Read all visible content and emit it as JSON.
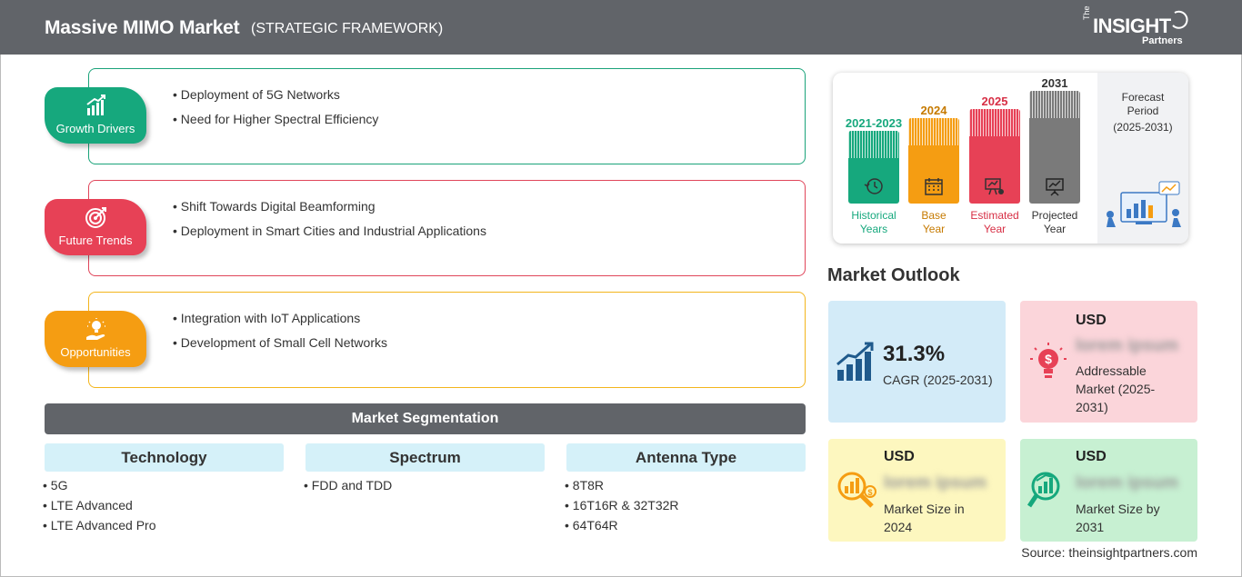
{
  "header": {
    "title": "Massive MIMO Market",
    "subtitle": "(STRATEGIC FRAMEWORK)",
    "logo_the": "The",
    "logo_insight": "INSIGHT",
    "logo_partners": "Partners"
  },
  "framework": {
    "growth_drivers": {
      "label": "Growth Drivers",
      "color": "#16a87d",
      "items": [
        "Deployment of 5G Networks",
        "Need for Higher Spectral Efficiency"
      ]
    },
    "future_trends": {
      "label": "Future Trends",
      "color": "#e74156",
      "items": [
        "Shift Towards Digital Beamforming",
        "Deployment in Smart Cities and Industrial Applications"
      ]
    },
    "opportunities": {
      "label": "Opportunities",
      "color": "#f59d12",
      "items": [
        "Integration with IoT Applications",
        "Development of Small Cell Networks"
      ]
    }
  },
  "segmentation": {
    "title": "Market Segmentation",
    "columns": [
      {
        "heading": "Technology",
        "items": [
          "5G",
          "LTE Advanced",
          "LTE Advanced Pro"
        ]
      },
      {
        "heading": "Spectrum",
        "items": [
          "FDD and TDD"
        ]
      },
      {
        "heading": "Antenna Type",
        "items": [
          "8T8R",
          "16T16R & 32T32R",
          "64T64R"
        ]
      }
    ]
  },
  "timeline": {
    "periods": [
      {
        "year": "2021-2023",
        "caption_line1": "Historical",
        "caption_line2": "Years",
        "color": "#16a87d"
      },
      {
        "year": "2024",
        "caption_line1": "Base",
        "caption_line2": "Year",
        "color": "#f59d12"
      },
      {
        "year": "2025",
        "caption_line1": "Estimated",
        "caption_line2": "Year",
        "color": "#e74156"
      },
      {
        "year": "2031",
        "caption_line1": "Projected",
        "caption_line2": "Year",
        "color": "#7a7a7a"
      }
    ],
    "forecast_label_line1": "Forecast",
    "forecast_label_line2": "Period",
    "forecast_years": "(2025-2031)"
  },
  "outlook": {
    "title": "Market Outlook",
    "cagr_value": "31.3%",
    "cagr_label": "CAGR (2025-2031)",
    "addressable": {
      "currency": "USD",
      "value": "lorem ipsum",
      "label_line1": "Addressable",
      "label_line2": "Market (2025-",
      "label_line3": "2031)"
    },
    "size_2024": {
      "currency": "USD",
      "value": "lorem ipsum",
      "label_line1": "Market Size in",
      "label_line2": "2024"
    },
    "size_2031": {
      "currency": "USD",
      "value": "lorem ipsum",
      "label_line1": "Market Size by",
      "label_line2": "2031"
    }
  },
  "source": "Source: theinsightpartners.com"
}
